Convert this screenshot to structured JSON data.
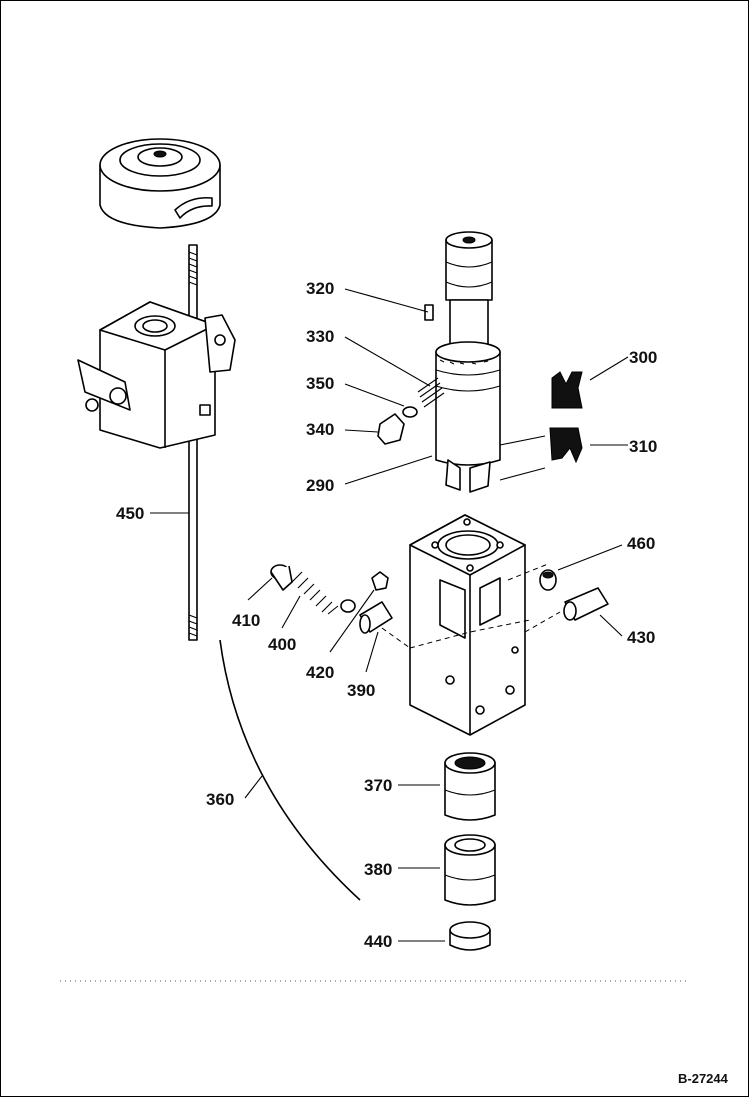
{
  "diagram": {
    "reference": "B-27244",
    "callouts": [
      {
        "id": "c320",
        "text": "320"
      },
      {
        "id": "c330",
        "text": "330"
      },
      {
        "id": "c350",
        "text": "350"
      },
      {
        "id": "c340",
        "text": "340"
      },
      {
        "id": "c290",
        "text": "290"
      },
      {
        "id": "c300",
        "text": "300"
      },
      {
        "id": "c310",
        "text": "310"
      },
      {
        "id": "c450",
        "text": "450"
      },
      {
        "id": "c460",
        "text": "460"
      },
      {
        "id": "c410",
        "text": "410"
      },
      {
        "id": "c400",
        "text": "400"
      },
      {
        "id": "c420",
        "text": "420"
      },
      {
        "id": "c390",
        "text": "390"
      },
      {
        "id": "c430",
        "text": "430"
      },
      {
        "id": "c360",
        "text": "360"
      },
      {
        "id": "c370",
        "text": "370"
      },
      {
        "id": "c380",
        "text": "380"
      },
      {
        "id": "c440",
        "text": "440"
      }
    ]
  }
}
